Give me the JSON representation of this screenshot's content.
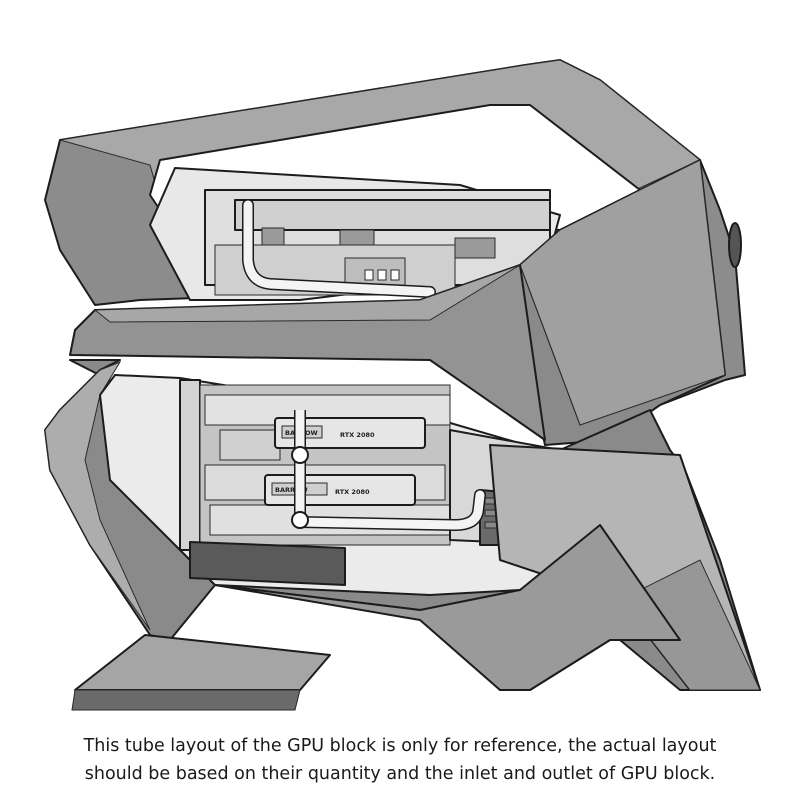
{
  "caption": {
    "line1": "This tube layout of the GPU block is only for reference, the actual layout",
    "line2": "should be based on their quantity and the inlet and outlet of GPU block."
  },
  "labels": {
    "gpu_model_top": "RTX 2080",
    "gpu_model_bottom": "RTX 2080",
    "brand_top": "BARROW",
    "brand_bottom": "BARROW"
  },
  "colors": {
    "frame": "#8a8a8a",
    "frame_light": "#b3b3b3",
    "frame_dark": "#5e5e5e",
    "interior": "#ececec",
    "panel": "#d9d9d9",
    "tube": "#f4f4f4"
  }
}
